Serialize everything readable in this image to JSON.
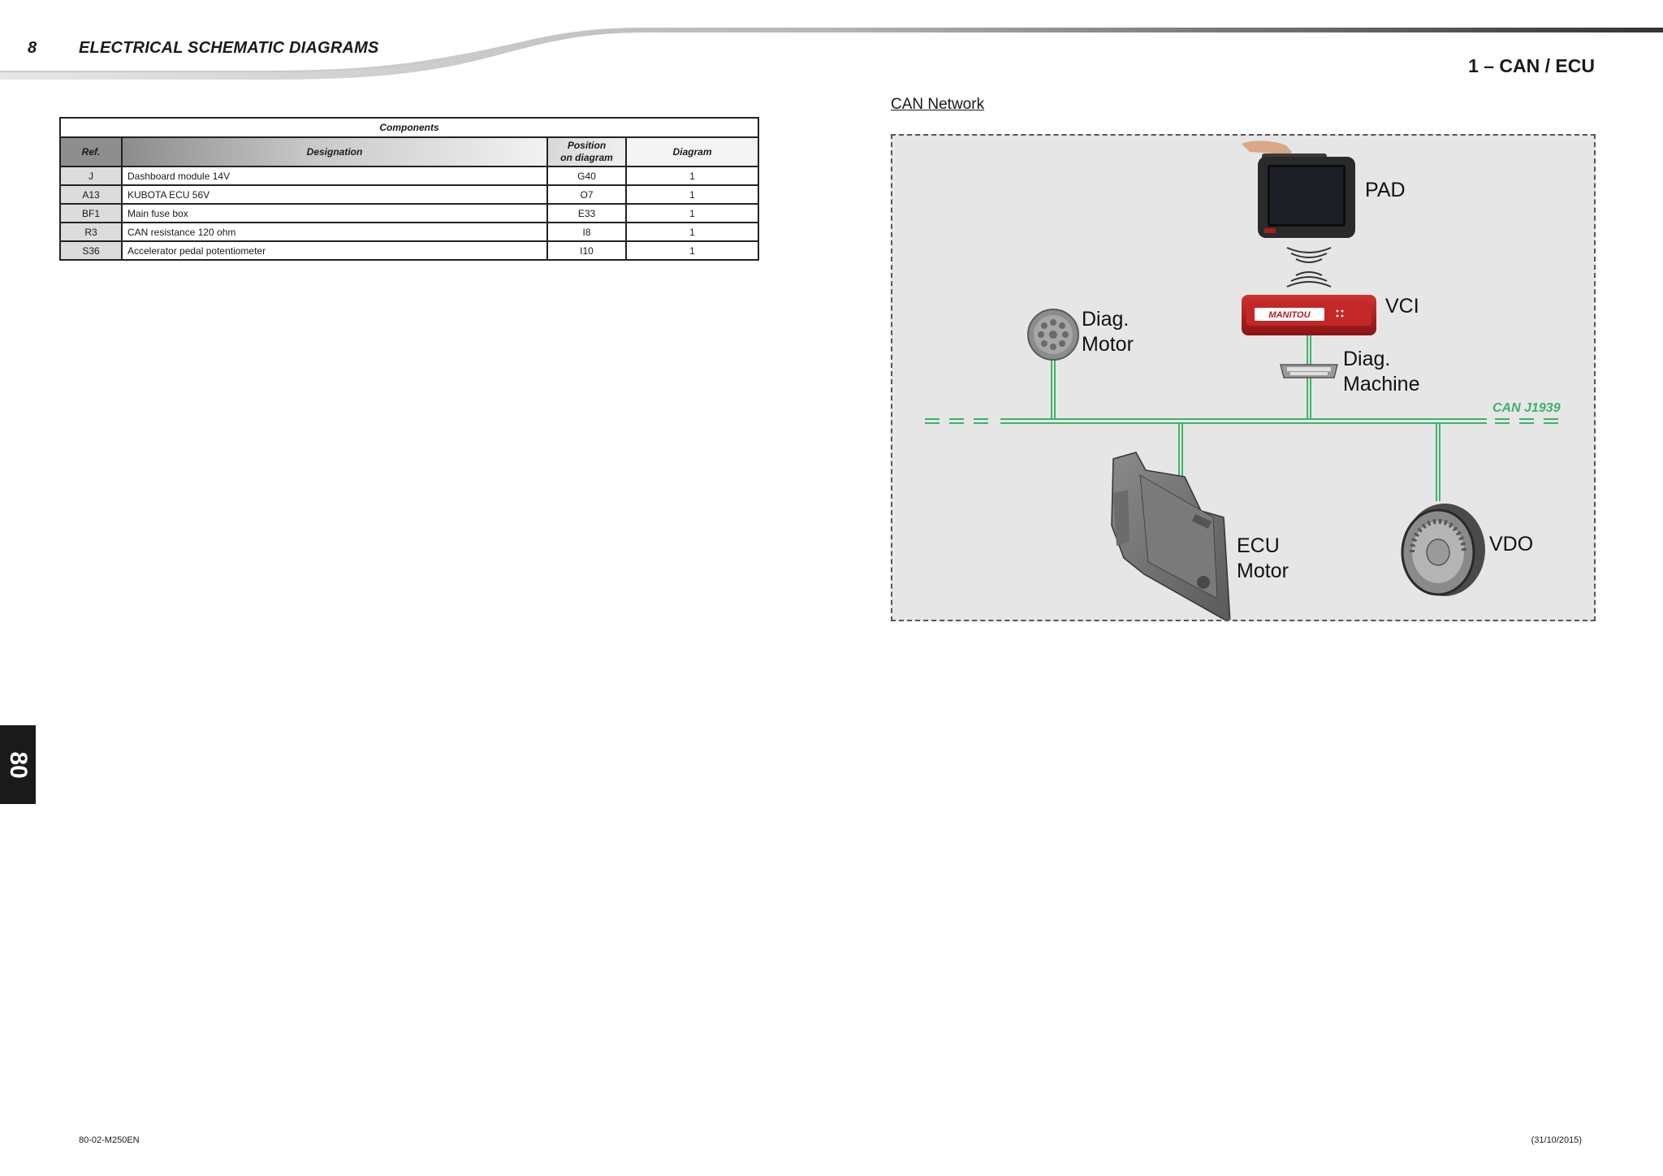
{
  "header": {
    "page_number": "8",
    "document_title": "ELECTRICAL SCHEMATIC DIAGRAMS",
    "section_title": "1 – CAN / ECU"
  },
  "components_table": {
    "caption": "Components",
    "columns": [
      "Ref.",
      "Designation",
      "Position\non diagram",
      "Diagram"
    ],
    "rows": [
      {
        "ref": "J",
        "designation": "Dashboard module 14V",
        "position": "G40",
        "diagram": "1"
      },
      {
        "ref": "A13",
        "designation": "KUBOTA ECU 56V",
        "position": "O7",
        "diagram": "1"
      },
      {
        "ref": "BF1",
        "designation": "Main fuse box",
        "position": "E33",
        "diagram": "1"
      },
      {
        "ref": "R3",
        "designation": "CAN resistance 120 ohm",
        "position": "I8",
        "diagram": "1"
      },
      {
        "ref": "S36",
        "designation": "Accelerator pedal potentiometer",
        "position": "I10",
        "diagram": "1"
      }
    ]
  },
  "can_network": {
    "heading": "CAN Network",
    "labels": {
      "pad": "PAD",
      "vci": "VCI",
      "vci_brand": "MANITOU",
      "diag_motor_1": "Diag.",
      "diag_motor_2": "Motor",
      "diag_machine_1": "Diag.",
      "diag_machine_2": "Machine",
      "bus": "CAN J1939",
      "ecu_1": "ECU",
      "ecu_2": "Motor",
      "vdo": "VDO"
    },
    "colors": {
      "bus": "#3cb36a",
      "background": "#e6e6e6",
      "vci_red": "#b01c1c"
    }
  },
  "side_tab": {
    "label": "80"
  },
  "footer": {
    "left": "80-02-M250EN",
    "right": "(31/10/2015)"
  }
}
